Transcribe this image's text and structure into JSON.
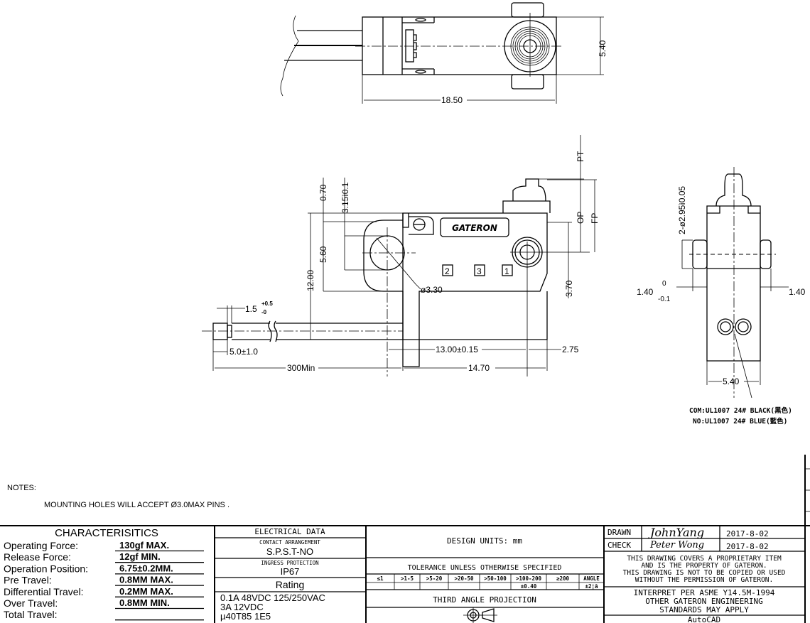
{
  "top_view": {
    "dim_length": "18.50",
    "dim_width": "5.40"
  },
  "front_view": {
    "logo": "GATERON",
    "terminals": [
      "2",
      "3",
      "1"
    ],
    "dim_070": "0.70",
    "dim_315": "3.15ì0.1",
    "dim_560": "5.60",
    "dim_1200": "12.00",
    "dim_hole": "ø3.30",
    "dim_pt": "PT",
    "dim_op": "OP",
    "dim_fp": "FP",
    "dim_370": "3.70",
    "dim_strip": "1.5",
    "dim_strip_tol_plus": "+0.5",
    "dim_strip_tol_minus": "-0",
    "dim_strip_len": "5.0±1.0",
    "dim_cable": "300Min",
    "dim_1300": "13.00±0.15",
    "dim_275": "2.75",
    "dim_1470": "14.70"
  },
  "side_view": {
    "dim_pins": "2-ø2.95ì0.05",
    "dim_left": "1.40",
    "dim_left_tol_upper": "0",
    "dim_left_tol_lower": "-0.1",
    "dim_right": "1.40",
    "dim_width": "5.40",
    "wire_com": "COM:UL1007 24# BLACK(黑色)",
    "wire_no": "NO:UL1007 24# BLUE(藍色)"
  },
  "notes": {
    "heading": "NOTES:",
    "items": [
      "MOUNTING HOLES WILL ACCEPT Ø3.0MAX PINS ."
    ]
  },
  "characteristics": {
    "heading": "CHARACTERISITICS",
    "rows": [
      {
        "label": "Operating Force:",
        "value": "130gf MAX."
      },
      {
        "label": "Release Force:",
        "value": "12gf MIN."
      },
      {
        "label": "Operation Position:",
        "value": "6.75±0.2MM."
      },
      {
        "label": "Pre Travel:",
        "value": "0.8MM MAX."
      },
      {
        "label": "Differential Travel:",
        "value": "0.2MM MAX."
      },
      {
        "label": "Over Travel:",
        "value": "0.8MM MIN."
      },
      {
        "label": "Total Travel:",
        "value": ""
      }
    ]
  },
  "electrical": {
    "heading": "ELECTRICAL DATA",
    "contact_label": "CONTACT ARRANGEMENT",
    "contact_value": "S.P.S.T-NO",
    "ingress_label": "INGRESS PROTECTION",
    "ingress_value": "IP67",
    "rating_label": "Rating",
    "rating_lines": [
      "0.1A 48VDC 125/250VAC",
      "3A 12VDC",
      "µ40T85 1E5"
    ]
  },
  "design": {
    "units": "DESIGN UNITS:  mm",
    "tolerance_title": "TOLERANCE UNLESS OTHERWISE SPECIFIED",
    "tolerance_headers": [
      "≤1",
      ">1-5",
      ">5-20",
      ">20-50",
      ">50-100",
      ">100-200",
      "≥200",
      "ANGLE"
    ],
    "tolerance_values": [
      "",
      "",
      "",
      "",
      "",
      "±0.40",
      "",
      "±2¦ã"
    ],
    "projection": "THIRD ANGLE PROJECTION"
  },
  "title_block": {
    "drawn_label": "DRAWN",
    "drawn_by": "JohnYang",
    "drawn_date": "2017-8-02",
    "check_label": "CHECK",
    "check_by": "Peter Wong",
    "check_date": "2017-8-02",
    "proprietary": [
      "THIS DRAWING COVERS A PROPRIETARY ITEM",
      "AND IS THE PROPERTY OF GATERON.",
      "THIS DRAWING IS NOT TO BE COPIED OR USED",
      "WITHOUT THE PERMISSION OF GATERON."
    ],
    "interpret": [
      "INTERPRET PER ASME Y14.5M-1994",
      "OTHER GATERON ENGINEERING",
      "STANDARDS MAY APPLY"
    ],
    "software": "AutoCAD"
  }
}
